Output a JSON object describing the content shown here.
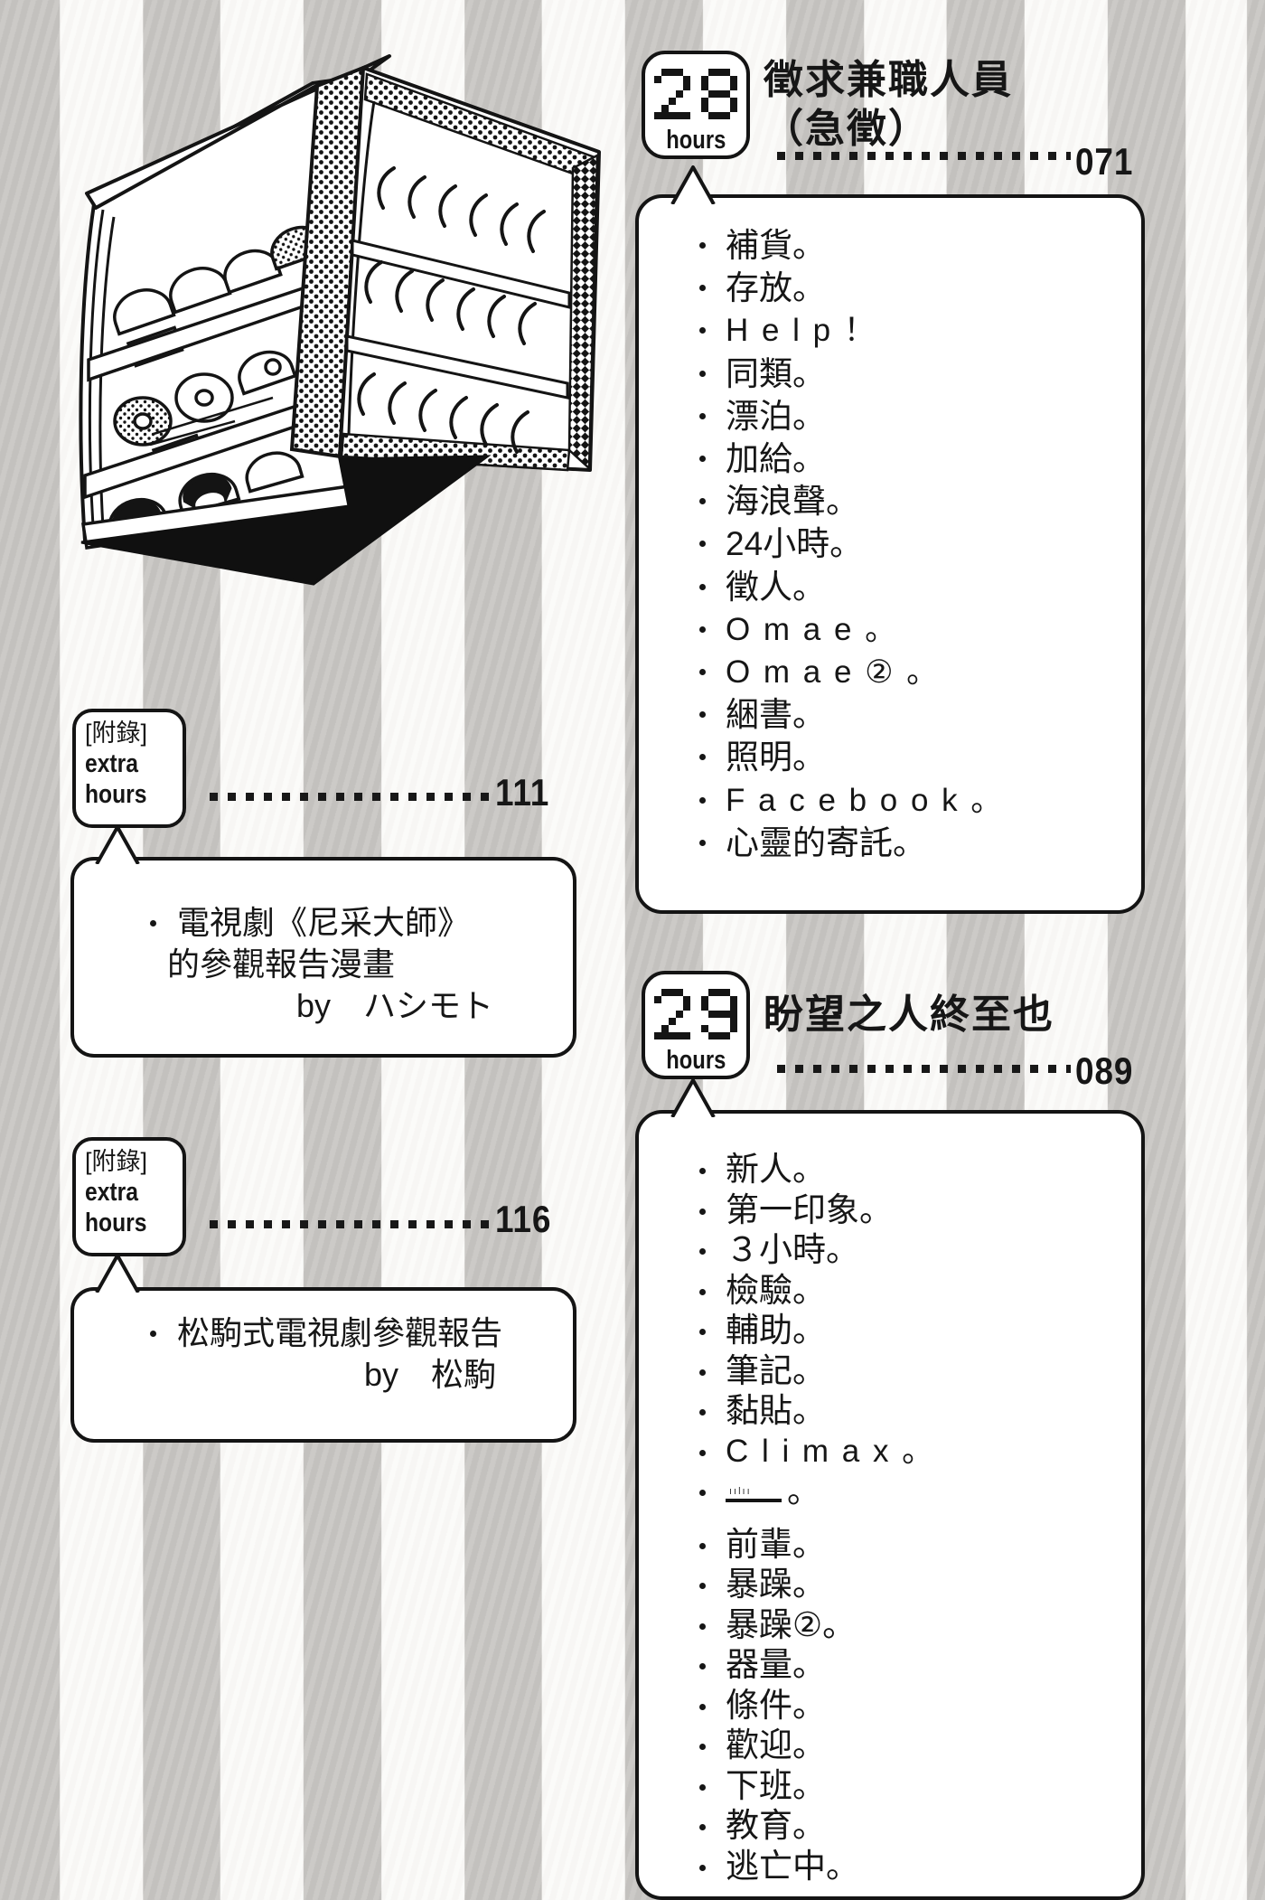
{
  "background": {
    "stripe_gray": "#c6c4c1",
    "stripe_white": "#fbfaf8",
    "ink": "#141414"
  },
  "illustration": {
    "name": "bakery-display-case"
  },
  "chapters": [
    {
      "number": "28",
      "unit": "hours",
      "title_lines": [
        "徵求兼職人員",
        "（急徵）"
      ],
      "page": "071",
      "items": [
        {
          "text": "補貨。"
        },
        {
          "text": "存放。"
        },
        {
          "text": "Help！",
          "latin": true
        },
        {
          "text": "同類。"
        },
        {
          "text": "漂泊。"
        },
        {
          "text": "加給。"
        },
        {
          "text": "海浪聲。"
        },
        {
          "text": "24小時。"
        },
        {
          "text": "徵人。"
        },
        {
          "text": "Omae。",
          "latin": true
        },
        {
          "text": "Omae②。",
          "latin": true
        },
        {
          "text": "綑書。"
        },
        {
          "text": "照明。"
        },
        {
          "text": "Facebook。",
          "latin": true
        },
        {
          "text": "心靈的寄託。"
        }
      ]
    },
    {
      "number": "29",
      "unit": "hours",
      "title_lines": [
        "盼望之人終至也"
      ],
      "page": "089",
      "items": [
        {
          "text": "新人。"
        },
        {
          "text": "第一印象。"
        },
        {
          "text": "３小時。"
        },
        {
          "text": "檢驗。"
        },
        {
          "text": "輔助。"
        },
        {
          "text": "筆記。"
        },
        {
          "text": "黏貼。"
        },
        {
          "text": "Climax。",
          "latin": true
        },
        {
          "text": "。",
          "redacted": true,
          "tiny": "ıılıı"
        },
        {
          "text": "前輩。"
        },
        {
          "text": "暴躁。"
        },
        {
          "text": "暴躁②。"
        },
        {
          "text": "器量。"
        },
        {
          "text": "條件。"
        },
        {
          "text": "歡迎。"
        },
        {
          "text": "下班。"
        },
        {
          "text": "教育。"
        },
        {
          "text": "逃亡中。"
        }
      ]
    }
  ],
  "extras": [
    {
      "badge_lines": [
        "[附錄]",
        "extra",
        "hours"
      ],
      "page": "111",
      "lines": [
        {
          "text": "電視劇《尼采大師》",
          "bullet": true
        },
        {
          "text": "的參觀報告漫畫",
          "indent": 1
        },
        {
          "text": "by　ハシモト",
          "indent": 2
        }
      ]
    },
    {
      "badge_lines": [
        "[附錄]",
        "extra",
        "hours"
      ],
      "page": "116",
      "lines": [
        {
          "text": "松駒式電視劇參觀報告",
          "bullet": true
        },
        {
          "text": "by　松駒",
          "indent": 3
        }
      ]
    }
  ]
}
